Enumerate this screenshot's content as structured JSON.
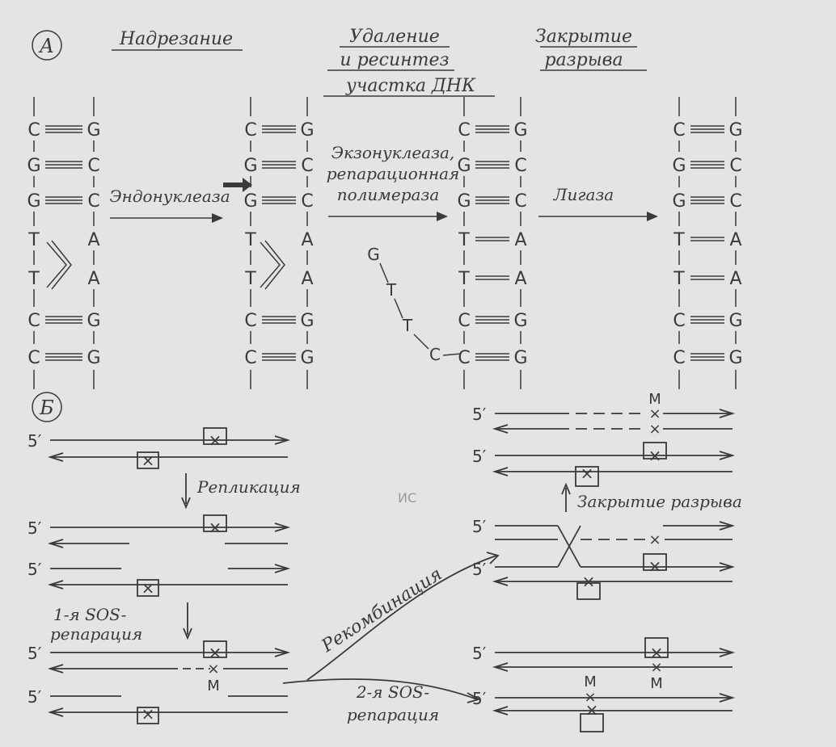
{
  "panel_a": {
    "label": "А",
    "headers": {
      "incision": "Надрезание",
      "removal_1": "Удаление",
      "removal_2": "и ресинтез",
      "removal_3": "участка ДНК",
      "closure_1": "Закрытие",
      "closure_2": "разрыва"
    },
    "arrows": {
      "endonuclease": "Эндонуклеаза",
      "exo_1": "Экзонуклеаза,",
      "exo_2": "репарационная",
      "exo_3": "полимераза",
      "ligase": "Лигаза"
    },
    "column1": {
      "left": [
        "C",
        "G",
        "G",
        "T",
        "T",
        "C",
        "C"
      ],
      "right": [
        "G",
        "C",
        "C",
        "A",
        "A",
        "G",
        "G"
      ],
      "bonds": [
        3,
        3,
        3,
        0,
        0,
        3,
        3
      ]
    },
    "column2": {
      "left": [
        "C",
        "G",
        "G",
        "T",
        "T",
        "C",
        "C"
      ],
      "right": [
        "G",
        "C",
        "C",
        "A",
        "A",
        "G",
        "G"
      ],
      "bonds": [
        3,
        3,
        3,
        0,
        0,
        3,
        3
      ]
    },
    "column3": {
      "left": [
        "C",
        "G",
        "G",
        "T",
        "T",
        "C",
        "C"
      ],
      "right": [
        "G",
        "C",
        "C",
        "A",
        "A",
        "G",
        "G"
      ],
      "bonds": [
        3,
        3,
        3,
        2,
        2,
        3,
        3
      ]
    },
    "excised": [
      "G",
      "T",
      "T",
      "C"
    ],
    "column4": {
      "left": [
        "C",
        "G",
        "G",
        "T",
        "T",
        "C",
        "C"
      ],
      "right": [
        "G",
        "C",
        "C",
        "A",
        "A",
        "G",
        "G"
      ],
      "bonds": [
        3,
        3,
        3,
        2,
        2,
        3,
        3
      ]
    }
  },
  "panel_b": {
    "label": "Б",
    "five_prime": "5′",
    "replication": "Репликация",
    "sos1_1": "1-я SOS-",
    "sos1_2": "репарация",
    "recombination": "Рекомбинация",
    "sos2_1": "2-я SOS-",
    "sos2_2": "репарация",
    "gap_closure": "Закрытие разрыва",
    "mutation": "M",
    "mark": "×",
    "stray": "ИС"
  },
  "colors": {
    "paper": "#e4e4e2",
    "ink": "#3a3a3a"
  }
}
